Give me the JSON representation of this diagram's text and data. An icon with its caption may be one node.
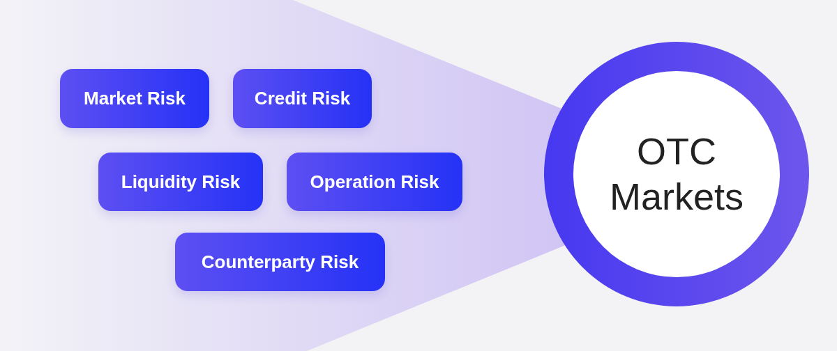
{
  "diagram": {
    "nodes": [
      {
        "text": [
          "Market Risk"
        ]
      },
      {
        "text": [
          "Credit Risk"
        ]
      },
      {
        "text": [
          "Liquidity Risk"
        ]
      },
      {
        "text": [
          "Operation Risk"
        ]
      },
      {
        "text": [
          "Counterparty Risk"
        ]
      },
      {
        "text": [
          "OTC Markets"
        ]
      }
    ]
  }
}
